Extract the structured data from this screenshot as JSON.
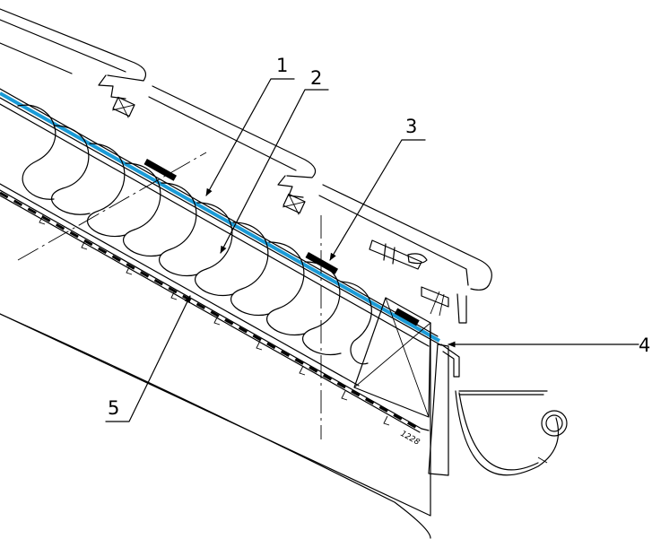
{
  "drawing": {
    "code": "1228",
    "membrane_color": "#1a9bd7"
  },
  "callouts": [
    {
      "label": "1"
    },
    {
      "label": "2"
    },
    {
      "label": "3"
    },
    {
      "label": "4"
    },
    {
      "label": "5"
    }
  ]
}
